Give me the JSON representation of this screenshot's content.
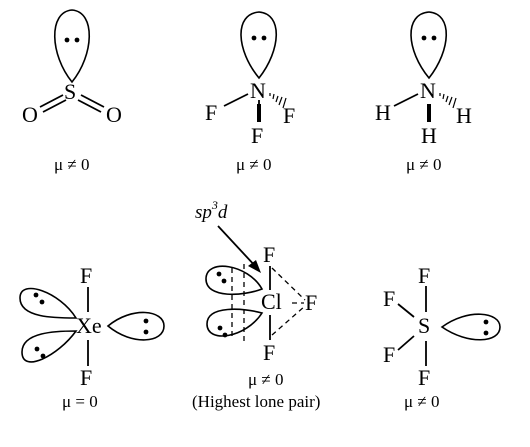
{
  "molecules": [
    {
      "id": "so2",
      "atoms": [
        "S",
        "O",
        "O"
      ],
      "dipole": "μ ≠ 0"
    },
    {
      "id": "nf3",
      "atoms": [
        "N",
        "F",
        "F",
        "F"
      ],
      "dipole": "μ ≠ 0"
    },
    {
      "id": "nh3",
      "atoms": [
        "N",
        "H",
        "H",
        "H"
      ],
      "dipole": "μ ≠ 0"
    },
    {
      "id": "xef2",
      "atoms": [
        "Xe",
        "F",
        "F"
      ],
      "dipole": "μ = 0"
    },
    {
      "id": "clf3",
      "atoms": [
        "Cl",
        "F",
        "F",
        "F"
      ],
      "dipole": "μ ≠ 0",
      "note": "(Highest lone pair)",
      "hybrid_base": "sp",
      "hybrid_exp": "3",
      "hybrid_tail": "d"
    },
    {
      "id": "sf4",
      "atoms": [
        "S",
        "F",
        "F",
        "F",
        "F"
      ],
      "dipole": "μ ≠ 0"
    }
  ],
  "lone_pair_glyph": "••"
}
